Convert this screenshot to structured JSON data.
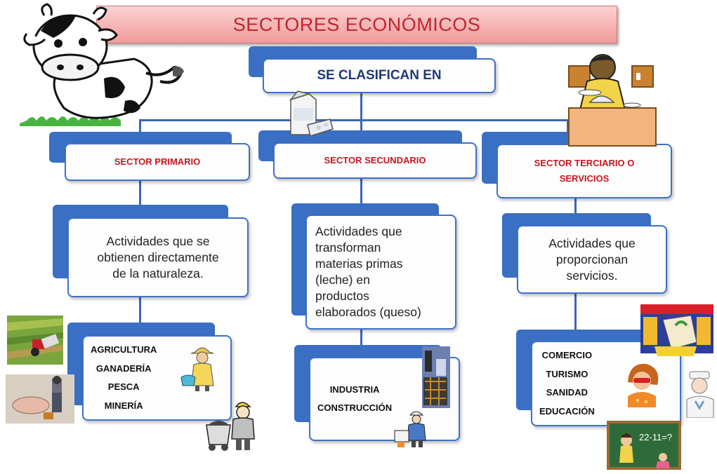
{
  "title": "SECTORES ECONÓMICOS",
  "root": "SE CLASIFICAN EN",
  "sectors": [
    {
      "name": "SECTOR PRIMARIO",
      "description": [
        "Actividades que se",
        "obtienen directamente",
        "de la naturaleza."
      ],
      "activities": [
        "AGRICULTURA",
        "GANADERÍA",
        "PESCA",
        "MINERÍA"
      ]
    },
    {
      "name": "SECTOR SECUNDARIO",
      "description": [
        "Actividades que",
        "transforman",
        "materias primas",
        "(leche) en",
        "productos",
        "elaborados (queso)"
      ],
      "activities": [
        "INDUSTRIA",
        "CONSTRUCCIÓN"
      ]
    },
    {
      "name": "SECTOR TERCIARIO O SERVICIOS",
      "name_lines": [
        "SECTOR TERCIARIO O",
        "SERVICIOS"
      ],
      "description": [
        "Actividades que",
        "proporcionan",
        "servicios."
      ],
      "activities": [
        "COMERCIO",
        "TURISMO",
        "SANIDAD",
        "EDUCACIÓN"
      ]
    }
  ],
  "chalkboard_text": "22-11=?",
  "colors": {
    "title_text": "#c0262d",
    "sector_label": "#c8161f",
    "root_text": "#1f3a7a",
    "box_border": "#3f72c6",
    "connector": "#3b67b8"
  },
  "icons": [
    "cow-illustration",
    "milk-cheese-icon",
    "shopkeeper-illustration",
    "agriculture-photo",
    "farmer-woman-clipart",
    "pig-farmer-photo",
    "miner-clipart",
    "factory-icon",
    "construction-worker-clipart",
    "supermarket-icon",
    "nurse-icon",
    "tourist-woman-icon",
    "teacher-chalkboard-clipart"
  ]
}
